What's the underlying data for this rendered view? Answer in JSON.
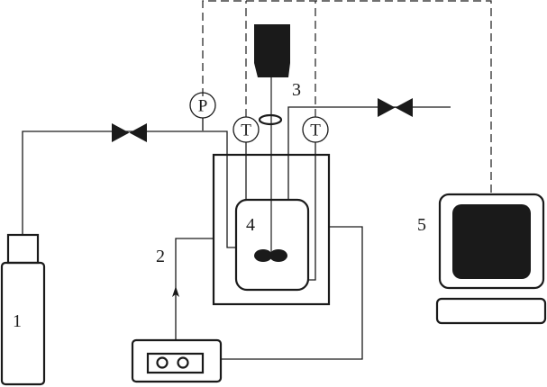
{
  "diagram": {
    "type": "experimental apparatus schematic",
    "labels": {
      "gas_cylinder": "1",
      "thermostat_circulator": "2",
      "stirrer_motor": "3",
      "reactor": "4",
      "computer": "5"
    },
    "gauges": {
      "pressure": "P",
      "temperature_left": "T",
      "temperature_right": "T"
    },
    "colors": {
      "line": "#1a1a1a",
      "background": "#ffffff"
    }
  }
}
